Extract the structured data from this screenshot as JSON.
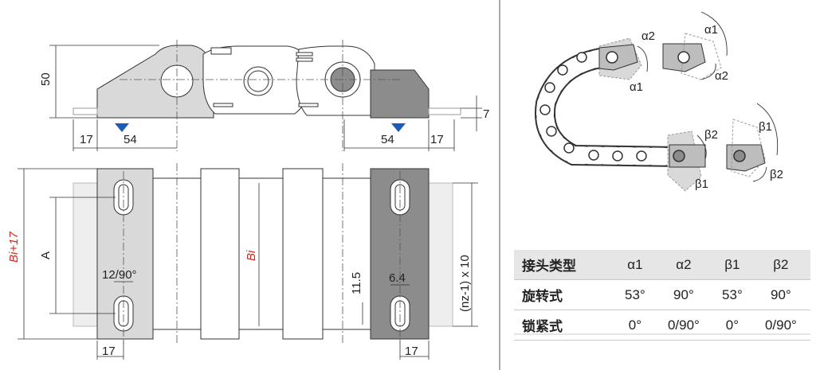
{
  "dims": {
    "height": "50",
    "pitch_left": "17",
    "pitch_left_b": "54",
    "pitch_right_b": "54",
    "pitch_right": "17",
    "crossbar": "7",
    "width_total": "Bi+17",
    "width_a": "A",
    "width_inner": "Bi",
    "slot_left": "12/90°",
    "slot_h": "11.5",
    "slot_w": "6.4",
    "rows": "(nz-1) x 10",
    "bottom_left": "17",
    "bottom_right": "17"
  },
  "angles": {
    "a1_top": "α1",
    "a2_top": "α2",
    "a1_mid": "α1",
    "a2_mid": "α2",
    "b2_top": "β2",
    "b1_top": "β1",
    "b1_low": "β1",
    "b2_low": "β2"
  },
  "table": {
    "header": [
      "接头类型",
      "α1",
      "α2",
      "β1",
      "β2"
    ],
    "rows": [
      [
        "旋转式",
        "53°",
        "90°",
        "53°",
        "90°"
      ],
      [
        "锁紧式",
        "0°",
        "0/90°",
        "0°",
        "0/90°"
      ]
    ]
  },
  "colors": {
    "light_gray": "#d9d9d9",
    "dark_gray": "#8c8c8c",
    "mount_blue": "#1e5bb8",
    "dim_red": "#d9261c"
  }
}
